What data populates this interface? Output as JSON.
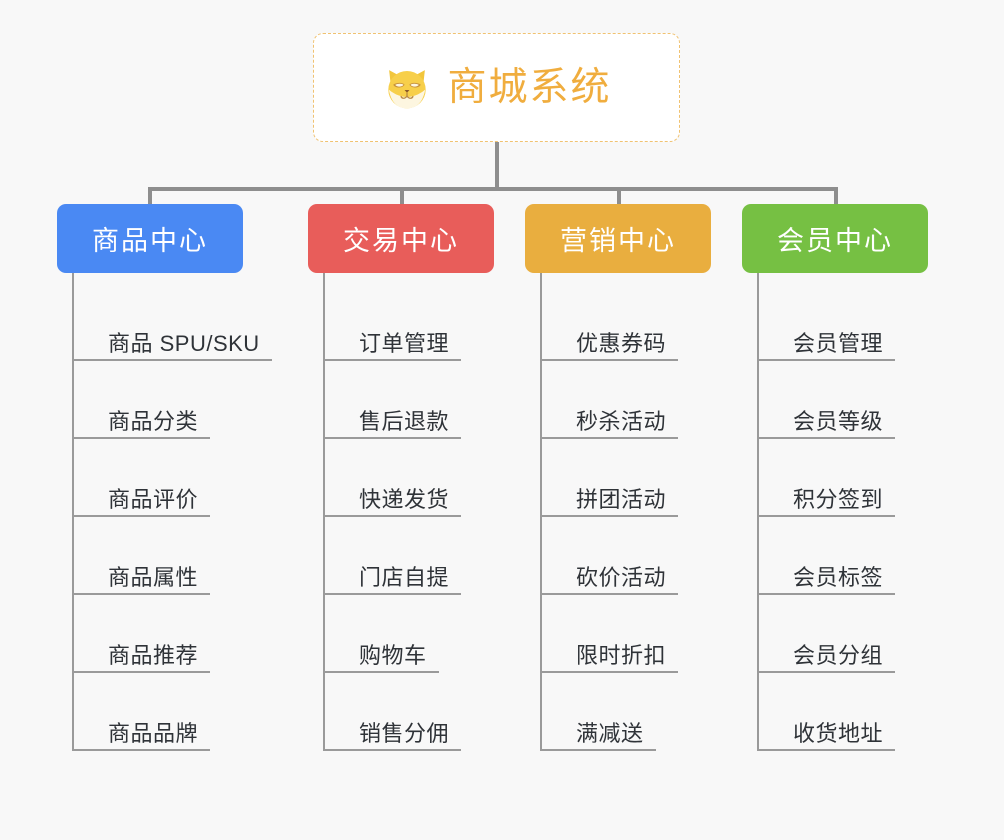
{
  "diagram": {
    "title": "商城系统",
    "root": {
      "label": "商城系统",
      "icon": "shiba-dog-icon",
      "text_color": "#f0ad3e",
      "border_color": "#f0c271",
      "background": "#ffffff"
    },
    "connector_color": "#8e8e8e",
    "canvas_background": "#f8f8f8",
    "branches": [
      {
        "label": "商品中心",
        "color": "#4a89f3",
        "items": [
          "商品 SPU/SKU",
          "商品分类",
          "商品评价",
          "商品属性",
          "商品推荐",
          "商品品牌"
        ]
      },
      {
        "label": "交易中心",
        "color": "#e85d5a",
        "items": [
          "订单管理",
          "售后退款",
          "快递发货",
          "门店自提",
          "购物车",
          "销售分佣"
        ]
      },
      {
        "label": "营销中心",
        "color": "#e9ae3f",
        "items": [
          "优惠券码",
          "秒杀活动",
          "拼团活动",
          "砍价活动",
          "限时折扣",
          "满减送"
        ]
      },
      {
        "label": "会员中心",
        "color": "#76c043",
        "items": [
          "会员管理",
          "会员等级",
          "积分签到",
          "会员标签",
          "会员分组",
          "收货地址"
        ]
      }
    ]
  }
}
